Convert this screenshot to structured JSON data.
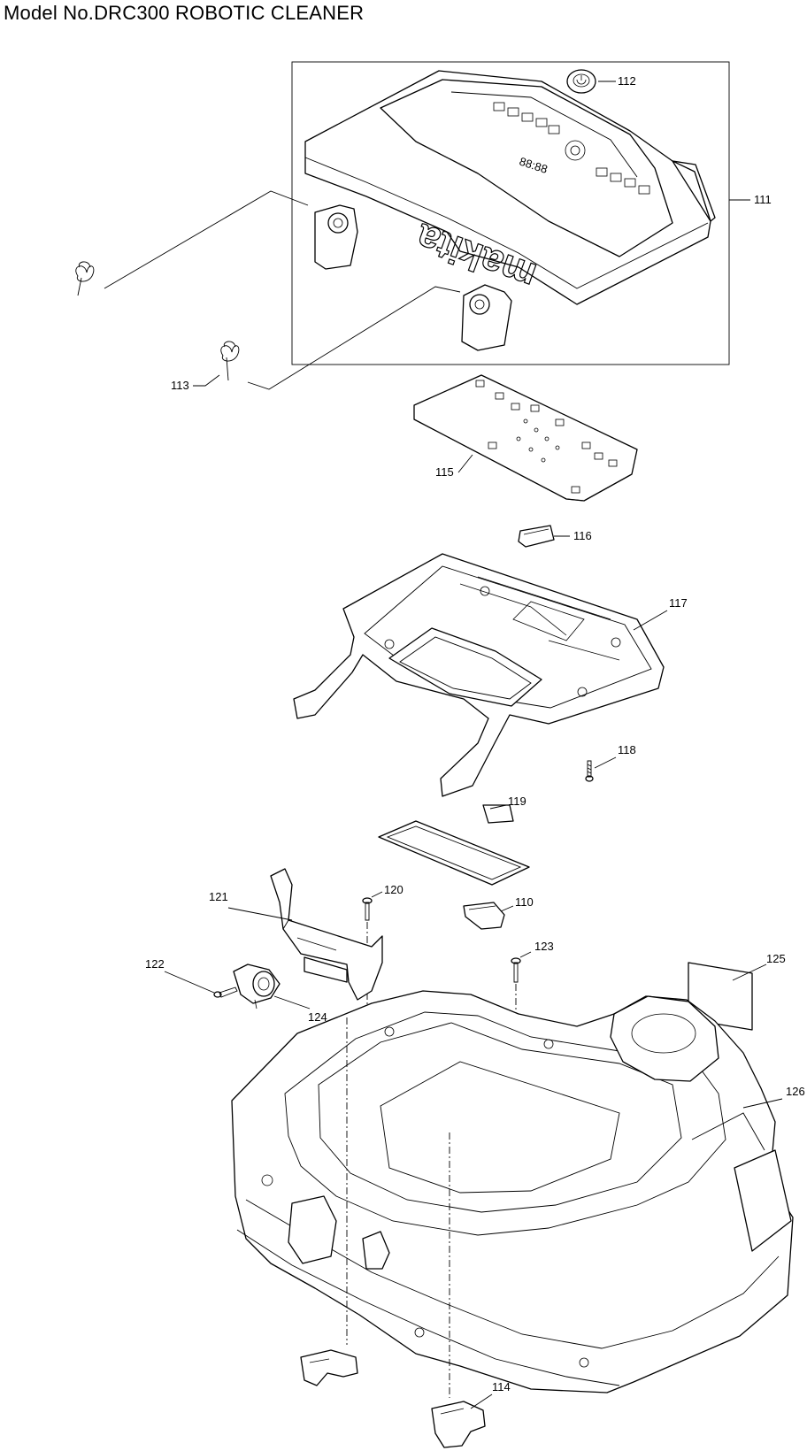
{
  "title": "Model No.DRC300 ROBOTIC CLEANER",
  "brand_mark_text": "makita",
  "display_text": "88:88",
  "callouts": {
    "p110": "110",
    "p111": "111",
    "p112": "112",
    "p113": "113",
    "p114": "114",
    "p115": "115",
    "p116": "116",
    "p117": "117",
    "p118": "118",
    "p119": "119",
    "p120": "120",
    "p121": "121",
    "p122": "122",
    "p123": "123",
    "p124": "124",
    "p125": "125",
    "p126": "126"
  }
}
